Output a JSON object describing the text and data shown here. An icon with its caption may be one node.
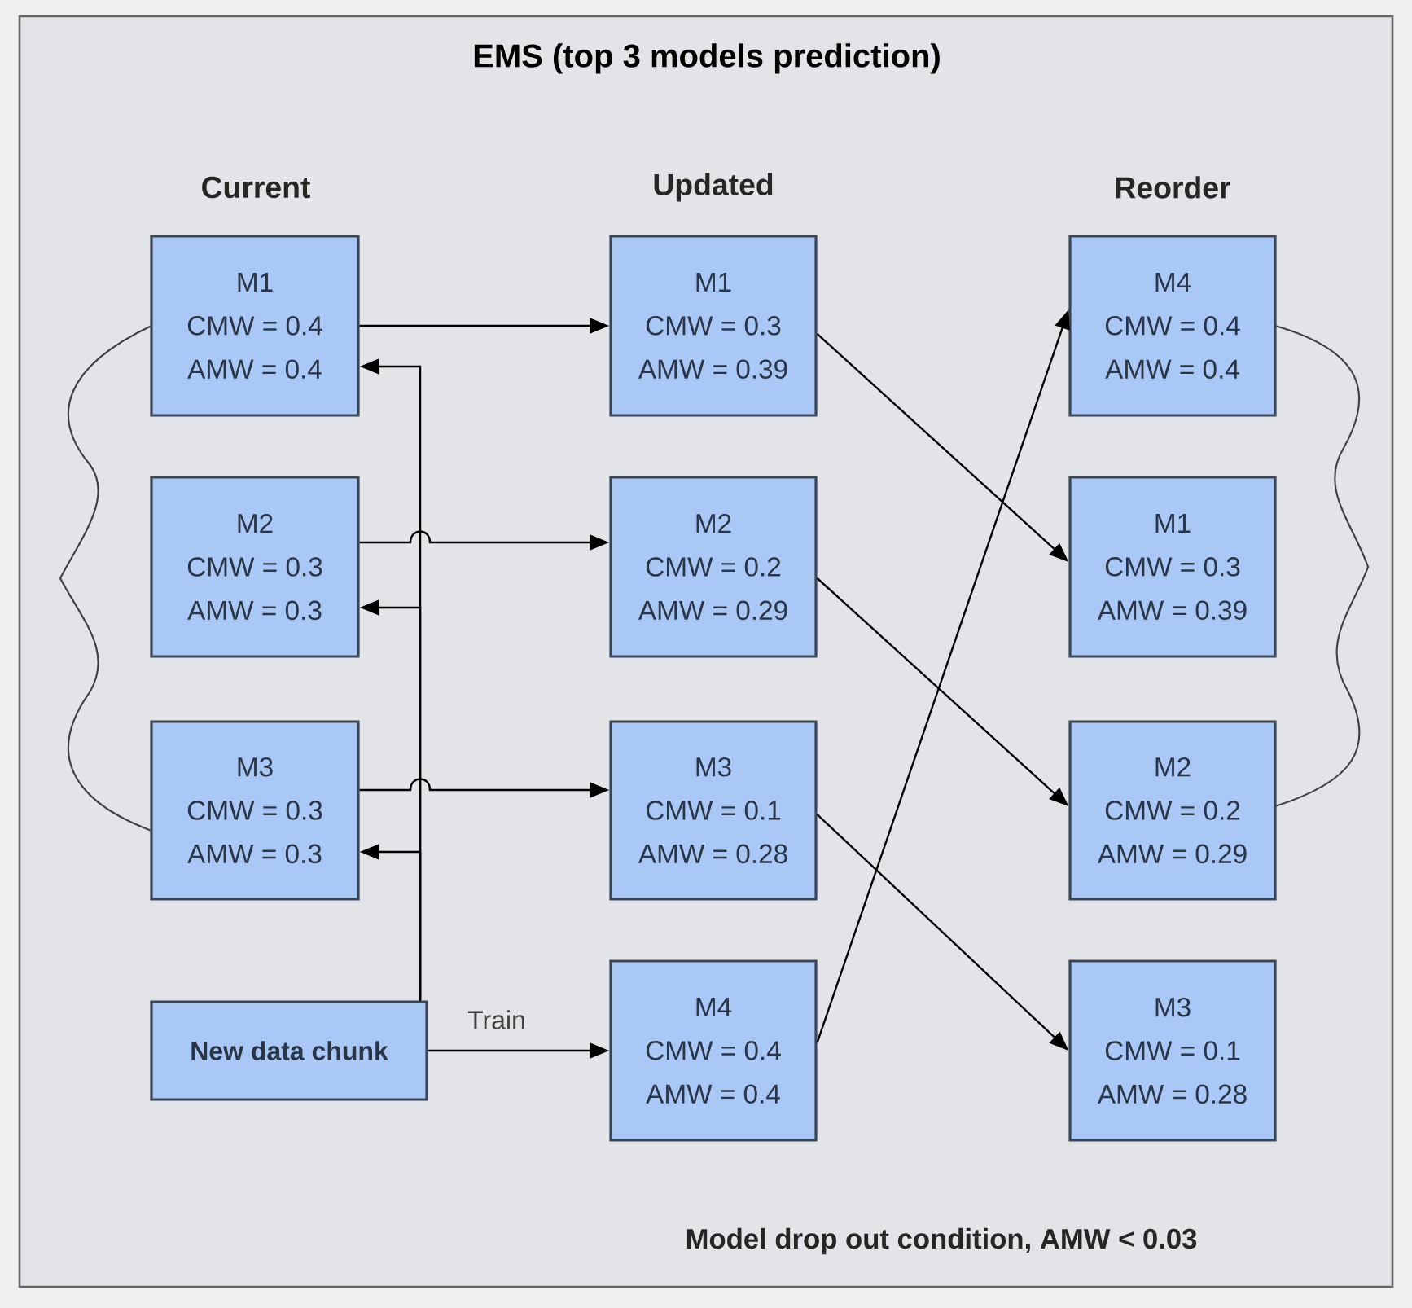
{
  "diagram": {
    "title": "EMS (top 3 models prediction)",
    "nodes": [
      {
        "text": [
          "M1",
          "CMW = 0.4",
          "AMW = 0.4"
        ]
      },
      {
        "text": [
          "M2",
          "CMW = 0.3",
          "AMW = 0.3"
        ]
      },
      {
        "text": [
          "M3",
          "CMW = 0.3",
          "AMW = 0.3"
        ]
      },
      {
        "text": [
          "New data chunk"
        ]
      },
      {
        "text": [
          "M1",
          "CMW = 0.3",
          "AMW = 0.39"
        ]
      },
      {
        "text": [
          "M2",
          "CMW = 0.2",
          "AMW = 0.29"
        ]
      },
      {
        "text": [
          "M3",
          "CMW = 0.1",
          "AMW = 0.28"
        ]
      },
      {
        "text": [
          "M4",
          "CMW = 0.4",
          "AMW = 0.4"
        ]
      },
      {
        "text": [
          "M4",
          "CMW = 0.4",
          "AMW = 0.4"
        ]
      },
      {
        "text": [
          "M1",
          "CMW = 0.3",
          "AMW = 0.39"
        ]
      },
      {
        "text": [
          "M2",
          "CMW = 0.2",
          "AMW = 0.29"
        ]
      },
      {
        "text": [
          "M3",
          "CMW = 0.1",
          "AMW = 0.28"
        ]
      }
    ],
    "edges": [
      {
        "from": 0,
        "to": 4,
        "arrow": "to"
      },
      {
        "from": 1,
        "to": 5,
        "arrow": "to"
      },
      {
        "from": 2,
        "to": 6,
        "arrow": "to"
      },
      {
        "from": 3,
        "to": 7,
        "arrow": "to",
        "label": "Train"
      },
      {
        "from": 3,
        "to": 0,
        "arrow": "to"
      },
      {
        "from": 3,
        "to": 1,
        "arrow": "to"
      },
      {
        "from": 3,
        "to": 2,
        "arrow": "to"
      },
      {
        "from": 4,
        "to": 9,
        "arrow": "to"
      },
      {
        "from": 5,
        "to": 10,
        "arrow": "to"
      },
      {
        "from": 6,
        "to": 11,
        "arrow": "to"
      },
      {
        "from": 7,
        "to": 8,
        "arrow": "to"
      }
    ],
    "labels": [
      "Current",
      "Updated",
      "Reorder",
      "Model drop out condition, AMW < 0.03"
    ]
  }
}
